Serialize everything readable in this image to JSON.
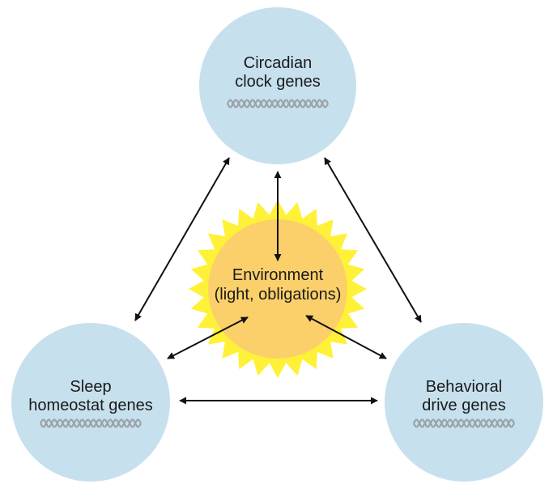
{
  "nodes": {
    "circadian": {
      "line1": "Circadian",
      "line2": "clock genes"
    },
    "sleep": {
      "line1": "Sleep",
      "line2": "homeostat genes"
    },
    "behavioral": {
      "line1": "Behavioral",
      "line2": "drive genes"
    },
    "environment": {
      "line1": "Environment",
      "line2": "(light, obligations)"
    }
  },
  "colors": {
    "gene_circle": "#c7e0ee",
    "sun_rays": "#fff137",
    "sun_core": "#fbd06b",
    "arrow": "#111111",
    "dna": "#9aa3a8"
  },
  "icons": [
    "dna-helix-icon",
    "sun-icon"
  ]
}
